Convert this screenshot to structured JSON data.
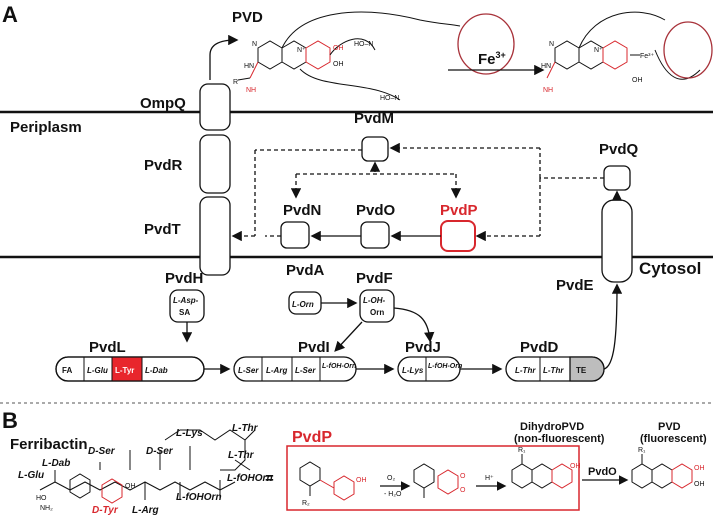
{
  "panel_a": {
    "letter": "A",
    "pvd": "PVD",
    "fe": "Fe",
    "fe_sup": "3+",
    "ompq": "OmpQ",
    "periplasm": "Periplasm",
    "cytosol": "Cytosol",
    "pvdm": "PvdM",
    "pvdq": "PvdQ",
    "pvdr": "PvdR",
    "pvdt": "PvdT",
    "pvdn": "PvdN",
    "pvdo": "PvdO",
    "pvdp": "PvdP",
    "pvde": "PvdE",
    "pvdh": "PvdH",
    "pvdh_sub1": "L-Asp-",
    "pvdh_sub2": "SA",
    "pvda": "PvdA",
    "pvda_sub": "L-Orn",
    "pvdf": "PvdF",
    "pvdf_sub1": "L-OH-",
    "pvdf_sub2": "Orn",
    "pvdl": "PvdL",
    "pvdl_mods": [
      "FA",
      "L-Glu",
      "L-Tyr",
      "L-Dab"
    ],
    "pvdi": "PvdI",
    "pvdi_mods": [
      "L-Ser",
      "L-Arg",
      "L-Ser",
      "L-fOH-Orn"
    ],
    "pvdj": "PvdJ",
    "pvdj_mods": [
      "L-Lys",
      "L-fOH-Orn"
    ],
    "pvdd": "PvdD",
    "pvdd_mods": [
      "L-Thr",
      "L-Thr",
      "TE"
    ]
  },
  "panel_b": {
    "letter": "B",
    "ferribactin": "Ferribactin",
    "residues": [
      "D-Ser",
      "D-Ser",
      "L-Lys",
      "L-Thr",
      "L-Dab",
      "L-Glu",
      "L-Thr",
      "L-fOHOrn",
      "D-Tyr",
      "L-Arg",
      "L-fOHOrn"
    ],
    "equals": "=",
    "pvdp": "PvdP",
    "o2": "O₂",
    "h2o": "- H₂O",
    "hplus": "H⁺",
    "dihydro": "DihydroPVD",
    "nonfluor": "(non-fluorescent)",
    "pvdo": "PvdO",
    "pvd": "PVD",
    "fluor": "(fluorescent)"
  },
  "colors": {
    "accent": "#d8272d",
    "te": "#bdbdbd",
    "line": "#111111"
  }
}
